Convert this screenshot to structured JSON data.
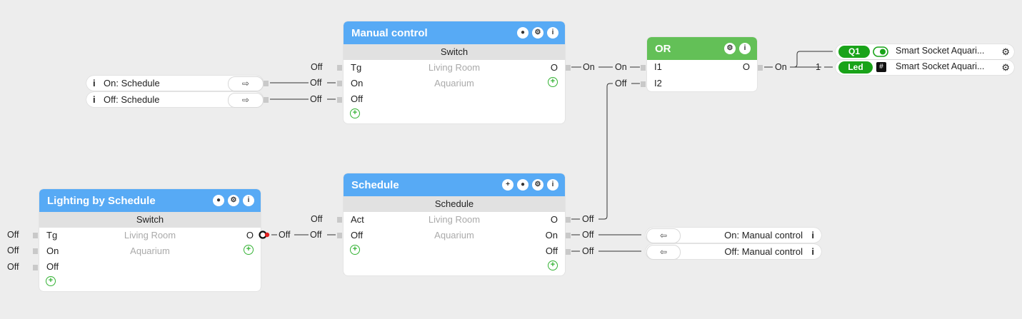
{
  "blocks": {
    "manual": {
      "title": "Manual control",
      "type": "Switch",
      "room": "Living Room",
      "category": "Aquarium",
      "inputs": [
        "Tg",
        "On",
        "Off"
      ],
      "output": "O"
    },
    "or": {
      "title": "OR",
      "inputs": [
        "I1",
        "I2"
      ],
      "output": "O"
    },
    "lighting": {
      "title": "Lighting by Schedule",
      "type": "Switch",
      "room": "Living Room",
      "category": "Aquarium",
      "inputs": [
        "Tg",
        "On",
        "Off"
      ],
      "output": "O"
    },
    "schedule": {
      "title": "Schedule",
      "type": "Schedule",
      "room": "Living Room",
      "category": "Aquarium",
      "inputs": [
        "Act",
        "Off"
      ],
      "outputs": [
        "O",
        "On",
        "Off"
      ]
    }
  },
  "references": {
    "on_schedule": "On: Schedule",
    "off_schedule": "Off: Schedule",
    "on_manual": "On: Manual control",
    "off_manual": "Off: Manual control"
  },
  "outputs": {
    "q1": {
      "badge": "Q1",
      "name": "Smart Socket Aquari..."
    },
    "led": {
      "badge": "Led",
      "name": "Smart Socket Aquari..."
    }
  },
  "values": {
    "off": "Off",
    "on": "On",
    "one": "1"
  },
  "icons": {
    "info": "info-icon",
    "comment": "comment-icon",
    "settings": "gear-icon",
    "add": "add-icon",
    "link": "link-icon"
  }
}
